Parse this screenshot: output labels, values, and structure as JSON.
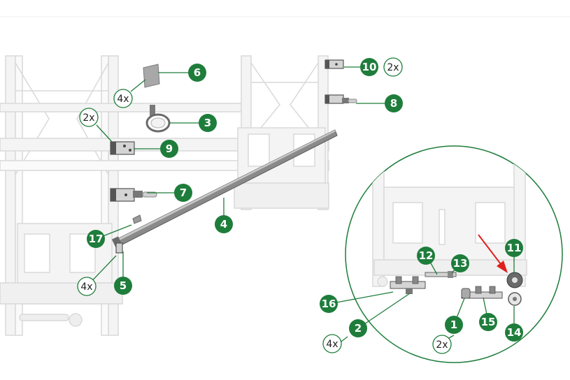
{
  "colors": {
    "callout_fill": "#1e7d3b",
    "leader": "#1e7d3b",
    "frame_stroke": "#d9d9d9",
    "frame_fill": "#f4f4f4",
    "part_dark": "#555555",
    "part_mid": "#9a9a9a",
    "part_light": "#e2e2e2",
    "arrow": "#e0201b"
  },
  "callouts": [
    {
      "id": "c1",
      "label": "1"
    },
    {
      "id": "c2",
      "label": "2"
    },
    {
      "id": "c3",
      "label": "3"
    },
    {
      "id": "c4",
      "label": "4"
    },
    {
      "id": "c5",
      "label": "5"
    },
    {
      "id": "c6",
      "label": "6"
    },
    {
      "id": "c7",
      "label": "7"
    },
    {
      "id": "c8",
      "label": "8"
    },
    {
      "id": "c9",
      "label": "9"
    },
    {
      "id": "c10",
      "label": "10"
    },
    {
      "id": "c11",
      "label": "11"
    },
    {
      "id": "c12",
      "label": "12"
    },
    {
      "id": "c13",
      "label": "13"
    },
    {
      "id": "c14",
      "label": "14"
    },
    {
      "id": "c15",
      "label": "15"
    },
    {
      "id": "c16",
      "label": "16"
    },
    {
      "id": "c17",
      "label": "17"
    }
  ],
  "quantities": {
    "q_part6": "4x",
    "q_part9": "2x",
    "q_part10": "2x",
    "q_part5": "4x",
    "q_part2": "4x",
    "q_part1": "2x"
  }
}
